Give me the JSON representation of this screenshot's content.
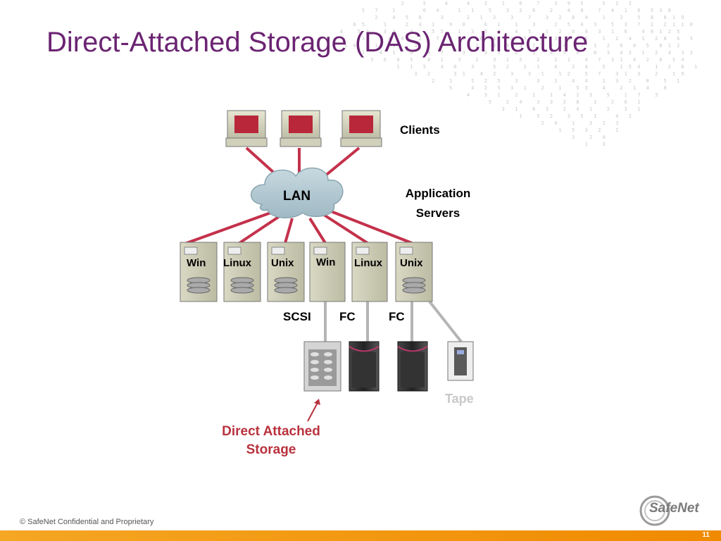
{
  "slide": {
    "title": "Direct-Attached Storage (DAS) Architecture",
    "page_number": "11",
    "footer": "© SafeNet Confidential and Proprietary",
    "logo_text": "SafeNet"
  },
  "diagram": {
    "clients_label": "Clients",
    "lan_label": "LAN",
    "app_servers_line1": "Application",
    "app_servers_line2": "Servers",
    "servers": [
      {
        "label": "Win"
      },
      {
        "label": "Linux"
      },
      {
        "label": "Unix"
      },
      {
        "label": "Win"
      },
      {
        "label": "Linux"
      },
      {
        "label": "Unix"
      }
    ],
    "connections": [
      "SCSI",
      "FC",
      "FC"
    ],
    "tape_label": "Tape",
    "das_line1": "Direct Attached",
    "das_line2": "Storage"
  },
  "colors": {
    "title": "#6b2472",
    "das_label": "#b8323e",
    "network_lines": "#c4314b",
    "storage_lines": "#b5b5b5",
    "footer_bar": "#f5a623"
  }
}
